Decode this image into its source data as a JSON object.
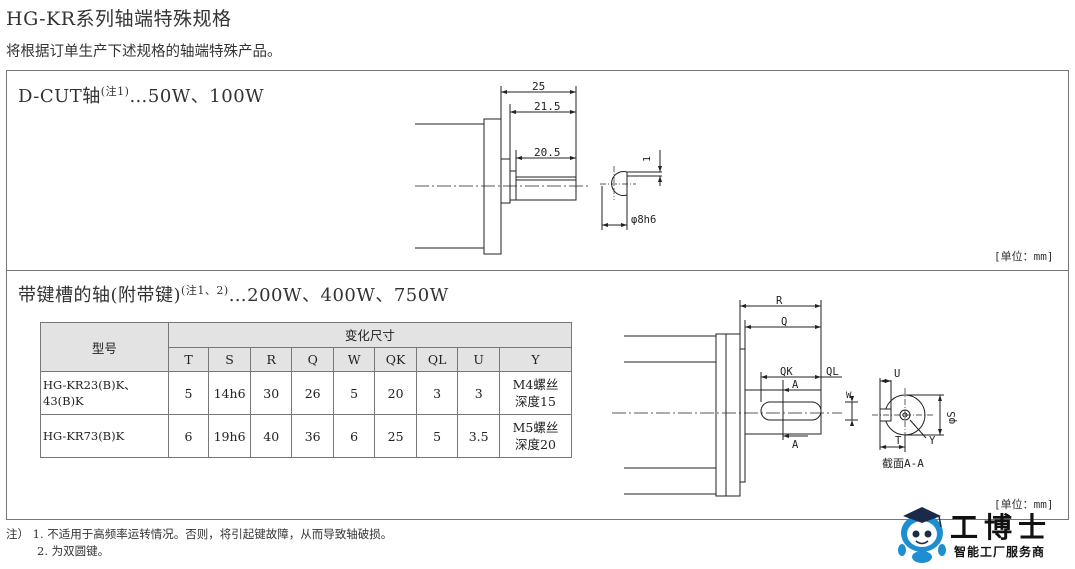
{
  "header": {
    "title": "HG-KR系列轴端特殊规格",
    "subtitle": "将根据订单生产下述规格的轴端特殊产品。"
  },
  "dcut": {
    "heading_main": "D-CUT轴",
    "heading_note": "(注1)",
    "heading_spec": "…50W、100W",
    "dim_25": "25",
    "dim_21_5": "21.5",
    "dim_20_5": "20.5",
    "dim_1": "1",
    "dim_phi8": "φ8h6",
    "unit": "[单位：mm]"
  },
  "keyway": {
    "heading_main": "带键槽的轴(附带键)",
    "heading_note": "(注1、2)",
    "heading_spec": "…200W、400W、750W",
    "table": {
      "col_model": "型号",
      "col_group": "变化尺寸",
      "cols": [
        "T",
        "S",
        "R",
        "Q",
        "W",
        "QK",
        "QL",
        "U",
        "Y"
      ],
      "rows": [
        {
          "model_line1": "HG-KR23(B)K、",
          "model_line2": "43(B)K",
          "values": [
            "5",
            "14h6",
            "30",
            "26",
            "5",
            "20",
            "3",
            "3"
          ],
          "y_line1": "M4螺丝",
          "y_line2": "深度15"
        },
        {
          "model_line1": "HG-KR73(B)K",
          "model_line2": "",
          "values": [
            "6",
            "19h6",
            "40",
            "36",
            "6",
            "25",
            "5",
            "3.5"
          ],
          "y_line1": "M5螺丝",
          "y_line2": "深度20"
        }
      ]
    },
    "labels": {
      "R": "R",
      "Q": "Q",
      "QK": "QK",
      "QL": "QL",
      "A": "A",
      "W": "W",
      "U": "U",
      "T": "T",
      "Y": "Y",
      "phiS": "φS",
      "section": "截面A-A"
    },
    "unit": "[单位：mm]"
  },
  "notes": {
    "prefix": "注）",
    "line1": "1. 不适用于高频率运转情况。否则，将引起键故障，从而导致轴破损。",
    "line2": "2. 为双圆键。"
  },
  "logo": {
    "title": "工博士",
    "subtitle": "智能工厂服务商"
  }
}
